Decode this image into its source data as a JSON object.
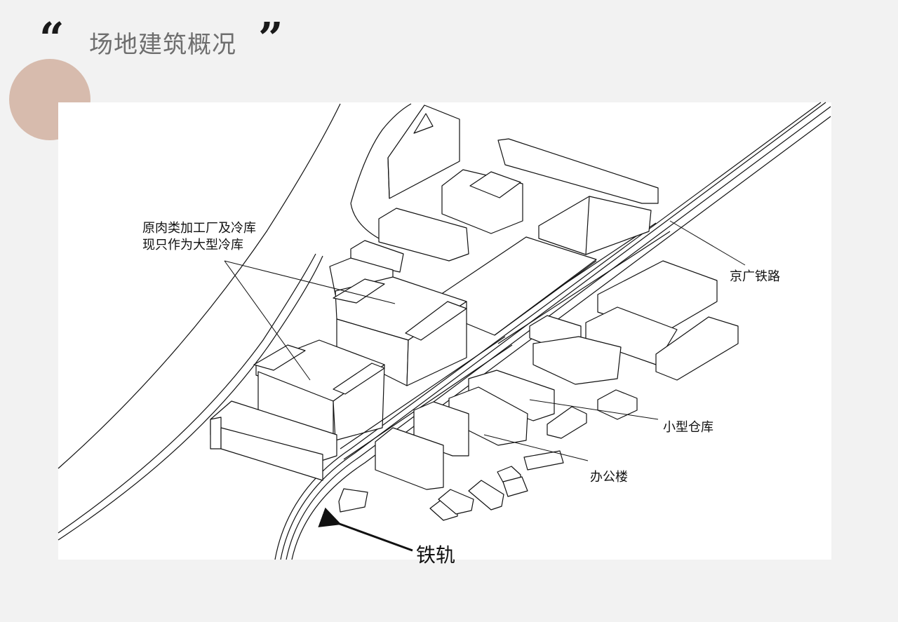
{
  "header": {
    "title": "场地建筑概况",
    "open_quote": "“",
    "close_quote": "”"
  },
  "colors": {
    "background": "#f2f2f2",
    "accent_circle": "#d7bbad",
    "title": "#6e6e6e",
    "panel": "#ffffff",
    "lines": "#111111"
  },
  "labels": {
    "meat_plant_line1": "原肉类加工厂及冷库",
    "meat_plant_line2": "现只作为大型冷库",
    "jingguang_railway": "京广铁路",
    "small_warehouse": "小型仓库",
    "office_building": "办公楼",
    "railway_track": "铁轨"
  }
}
